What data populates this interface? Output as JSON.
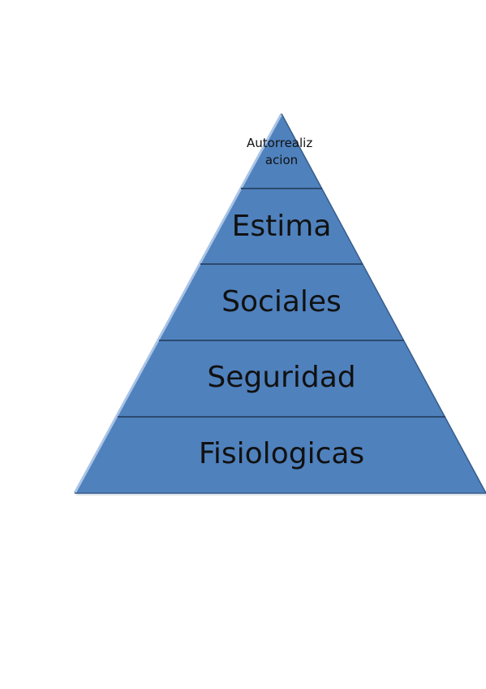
{
  "pyramid": {
    "colors": {
      "fill": "#4f81bd",
      "edge_dark": "#385d8a",
      "edge_light": "#a9c4e6",
      "separator": "#2c4a6e"
    },
    "levels": [
      {
        "id": "autorrealizacion",
        "lines": [
          "Autorrealiz",
          "acion"
        ]
      },
      {
        "id": "estima",
        "lines": [
          "Estima"
        ]
      },
      {
        "id": "sociales",
        "lines": [
          "Sociales"
        ]
      },
      {
        "id": "seguridad",
        "lines": [
          "Seguridad"
        ]
      },
      {
        "id": "fisiologicas",
        "lines": [
          "Fisiologicas"
        ]
      }
    ]
  }
}
